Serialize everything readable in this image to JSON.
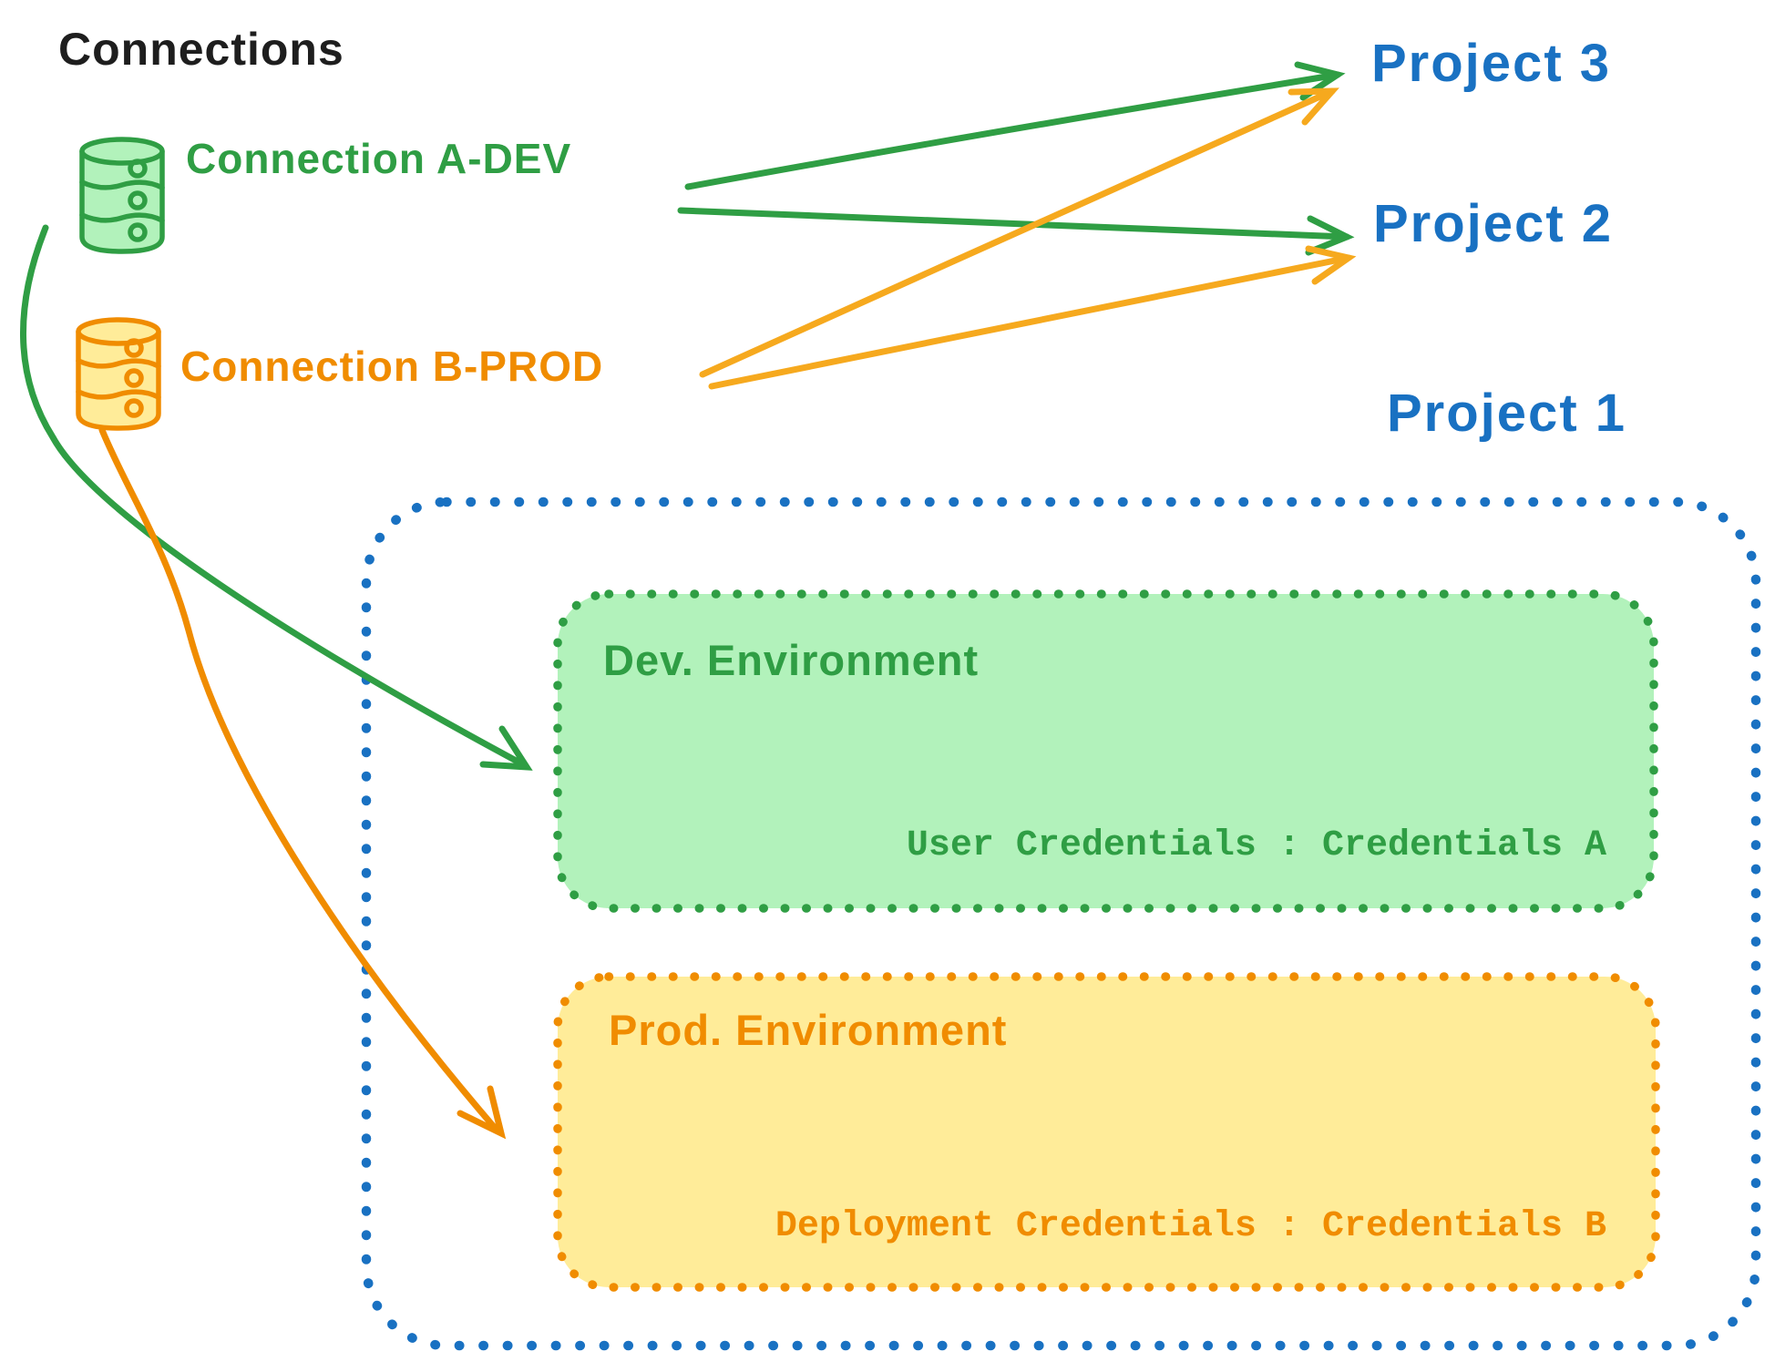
{
  "title": "Connections",
  "connections": [
    {
      "id": "a-dev",
      "label": "Connection A-DEV",
      "color": "#2f9e44",
      "icon": "database-icon"
    },
    {
      "id": "b-prod",
      "label": "Connection B-PROD",
      "color": "#f08c00",
      "icon": "database-icon"
    }
  ],
  "projects": [
    {
      "label": "Project 3"
    },
    {
      "label": "Project 2"
    },
    {
      "label": "Project 1"
    }
  ],
  "project1": {
    "dev_environment": {
      "title": "Dev. Environment",
      "credentials_label": "User Credentials : Credentials A"
    },
    "prod_environment": {
      "title": "Prod. Environment",
      "credentials_label": "Deployment Credentials : Credentials B"
    }
  },
  "arrows": [
    {
      "from": "Connection A-DEV",
      "to": "Project 3"
    },
    {
      "from": "Connection A-DEV",
      "to": "Project 2"
    },
    {
      "from": "Connection B-PROD",
      "to": "Project 3"
    },
    {
      "from": "Connection B-PROD",
      "to": "Project 2"
    },
    {
      "from": "Connection A-DEV",
      "to": "Dev. Environment"
    },
    {
      "from": "Connection B-PROD",
      "to": "Prod. Environment"
    }
  ],
  "colors": {
    "black": "#1e1e1e",
    "blue": "#1971c2",
    "green_stroke": "#2f9e44",
    "green_fill": "#b2f2bb",
    "orange_stroke": "#f08c00",
    "orange_fill": "#ffec99",
    "orange_arrow_light": "#f6a91e",
    "background": "#ffffff"
  }
}
